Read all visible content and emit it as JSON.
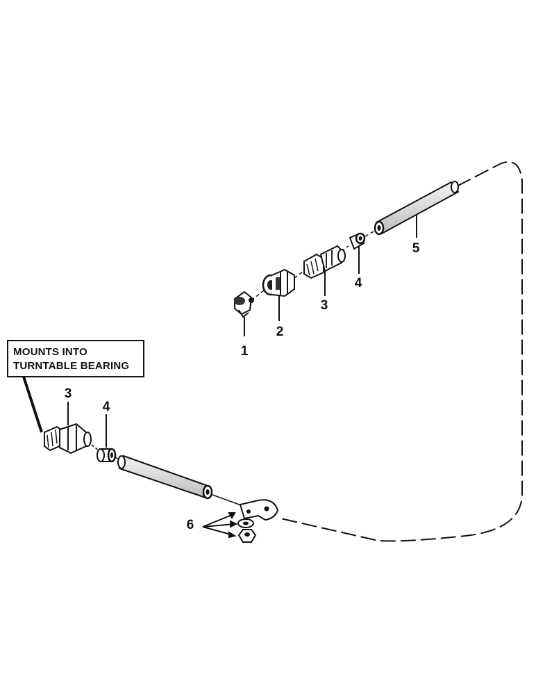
{
  "note": {
    "line1": "MOUNTS INTO",
    "line2": "TURNTABLE BEARING"
  },
  "callouts": {
    "c1": "1",
    "c2": "2",
    "c3_upper": "3",
    "c4_upper": "4",
    "c5": "5",
    "c3_lower": "3",
    "c4_lower": "4",
    "c6": "6"
  }
}
